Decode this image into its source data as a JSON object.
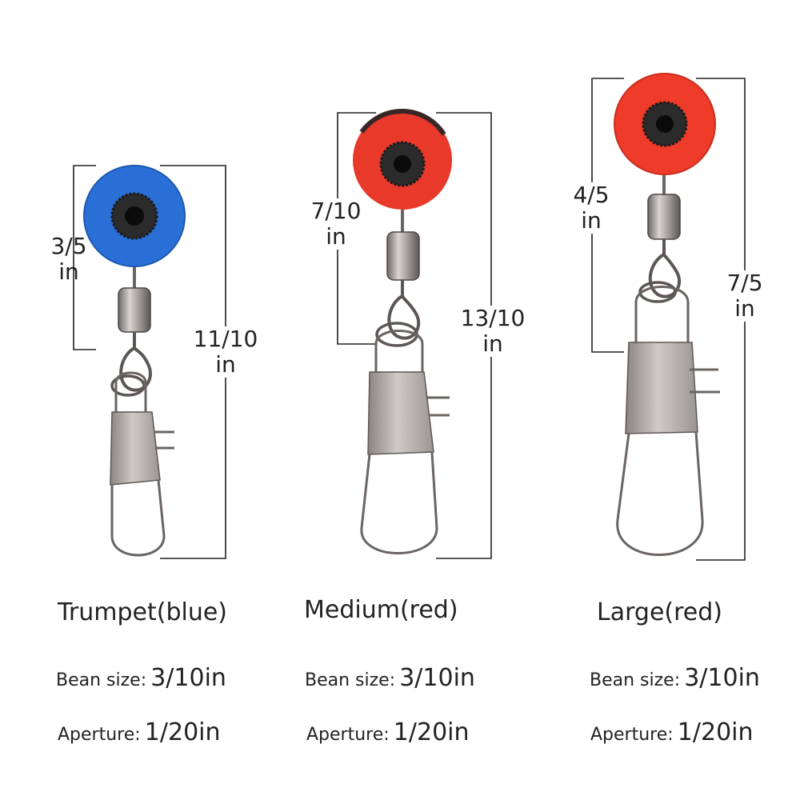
{
  "products": [
    {
      "name": "Trumpet(blue)",
      "bead_color": "#2a6fd6",
      "bead_dim": {
        "num": "3/5",
        "unit": "in"
      },
      "total_dim": {
        "num": "11/10",
        "unit": "in"
      },
      "bean_label": "Bean size:",
      "bean_value": "3/10in",
      "aperture_label": "Aperture:",
      "aperture_value": "1/20in"
    },
    {
      "name": "Medium(red)",
      "bead_color": "#e8392b",
      "bead_dim": {
        "num": "7/10",
        "unit": "in"
      },
      "total_dim": {
        "num": "13/10",
        "unit": "in"
      },
      "bean_label": "Bean size:",
      "bean_value": "3/10in",
      "aperture_label": "Aperture:",
      "aperture_value": "1/20in"
    },
    {
      "name": "Large(red)",
      "bead_color": "#ee3b2a",
      "bead_dim": {
        "num": "4/5",
        "unit": "in"
      },
      "total_dim": {
        "num": "7/5",
        "unit": "in"
      },
      "bean_label": "Bean size:",
      "bean_value": "3/10in",
      "aperture_label": "Aperture:",
      "aperture_value": "1/20in"
    }
  ]
}
